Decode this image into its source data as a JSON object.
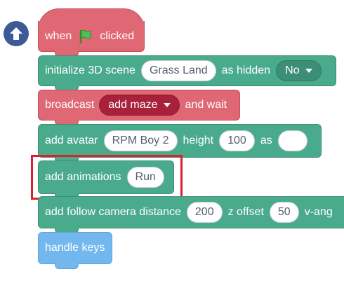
{
  "blocks": {
    "hat": {
      "when": "when",
      "clicked": "clicked",
      "flag_icon": "green-flag-icon"
    },
    "init": {
      "label": "initialize 3D scene",
      "scene": "Grass Land",
      "as_hidden": "as hidden",
      "hidden_value": "No"
    },
    "broadcast": {
      "label": "broadcast",
      "message": "add maze",
      "and_wait": "and wait"
    },
    "avatar": {
      "label": "add avatar",
      "name": "RPM Boy 2",
      "height_label": "height",
      "height": "100",
      "as": "as",
      "as_value": ""
    },
    "animations": {
      "label": "add animations",
      "value": "Run"
    },
    "camera": {
      "label": "add follow camera distance",
      "distance": "200",
      "z_offset_label": "z offset",
      "z_offset": "50",
      "v_ang": "v-ang"
    },
    "keys": {
      "label": "handle keys"
    }
  },
  "colors": {
    "motion_green": "#4aab8c",
    "event_red": "#e06774",
    "dropdown_dark_red": "#a8203a",
    "dropdown_green": "#3c8f74",
    "control_blue": "#72b7ee",
    "highlight_red": "#d9232b",
    "arrow_button": "#3d5a96"
  }
}
